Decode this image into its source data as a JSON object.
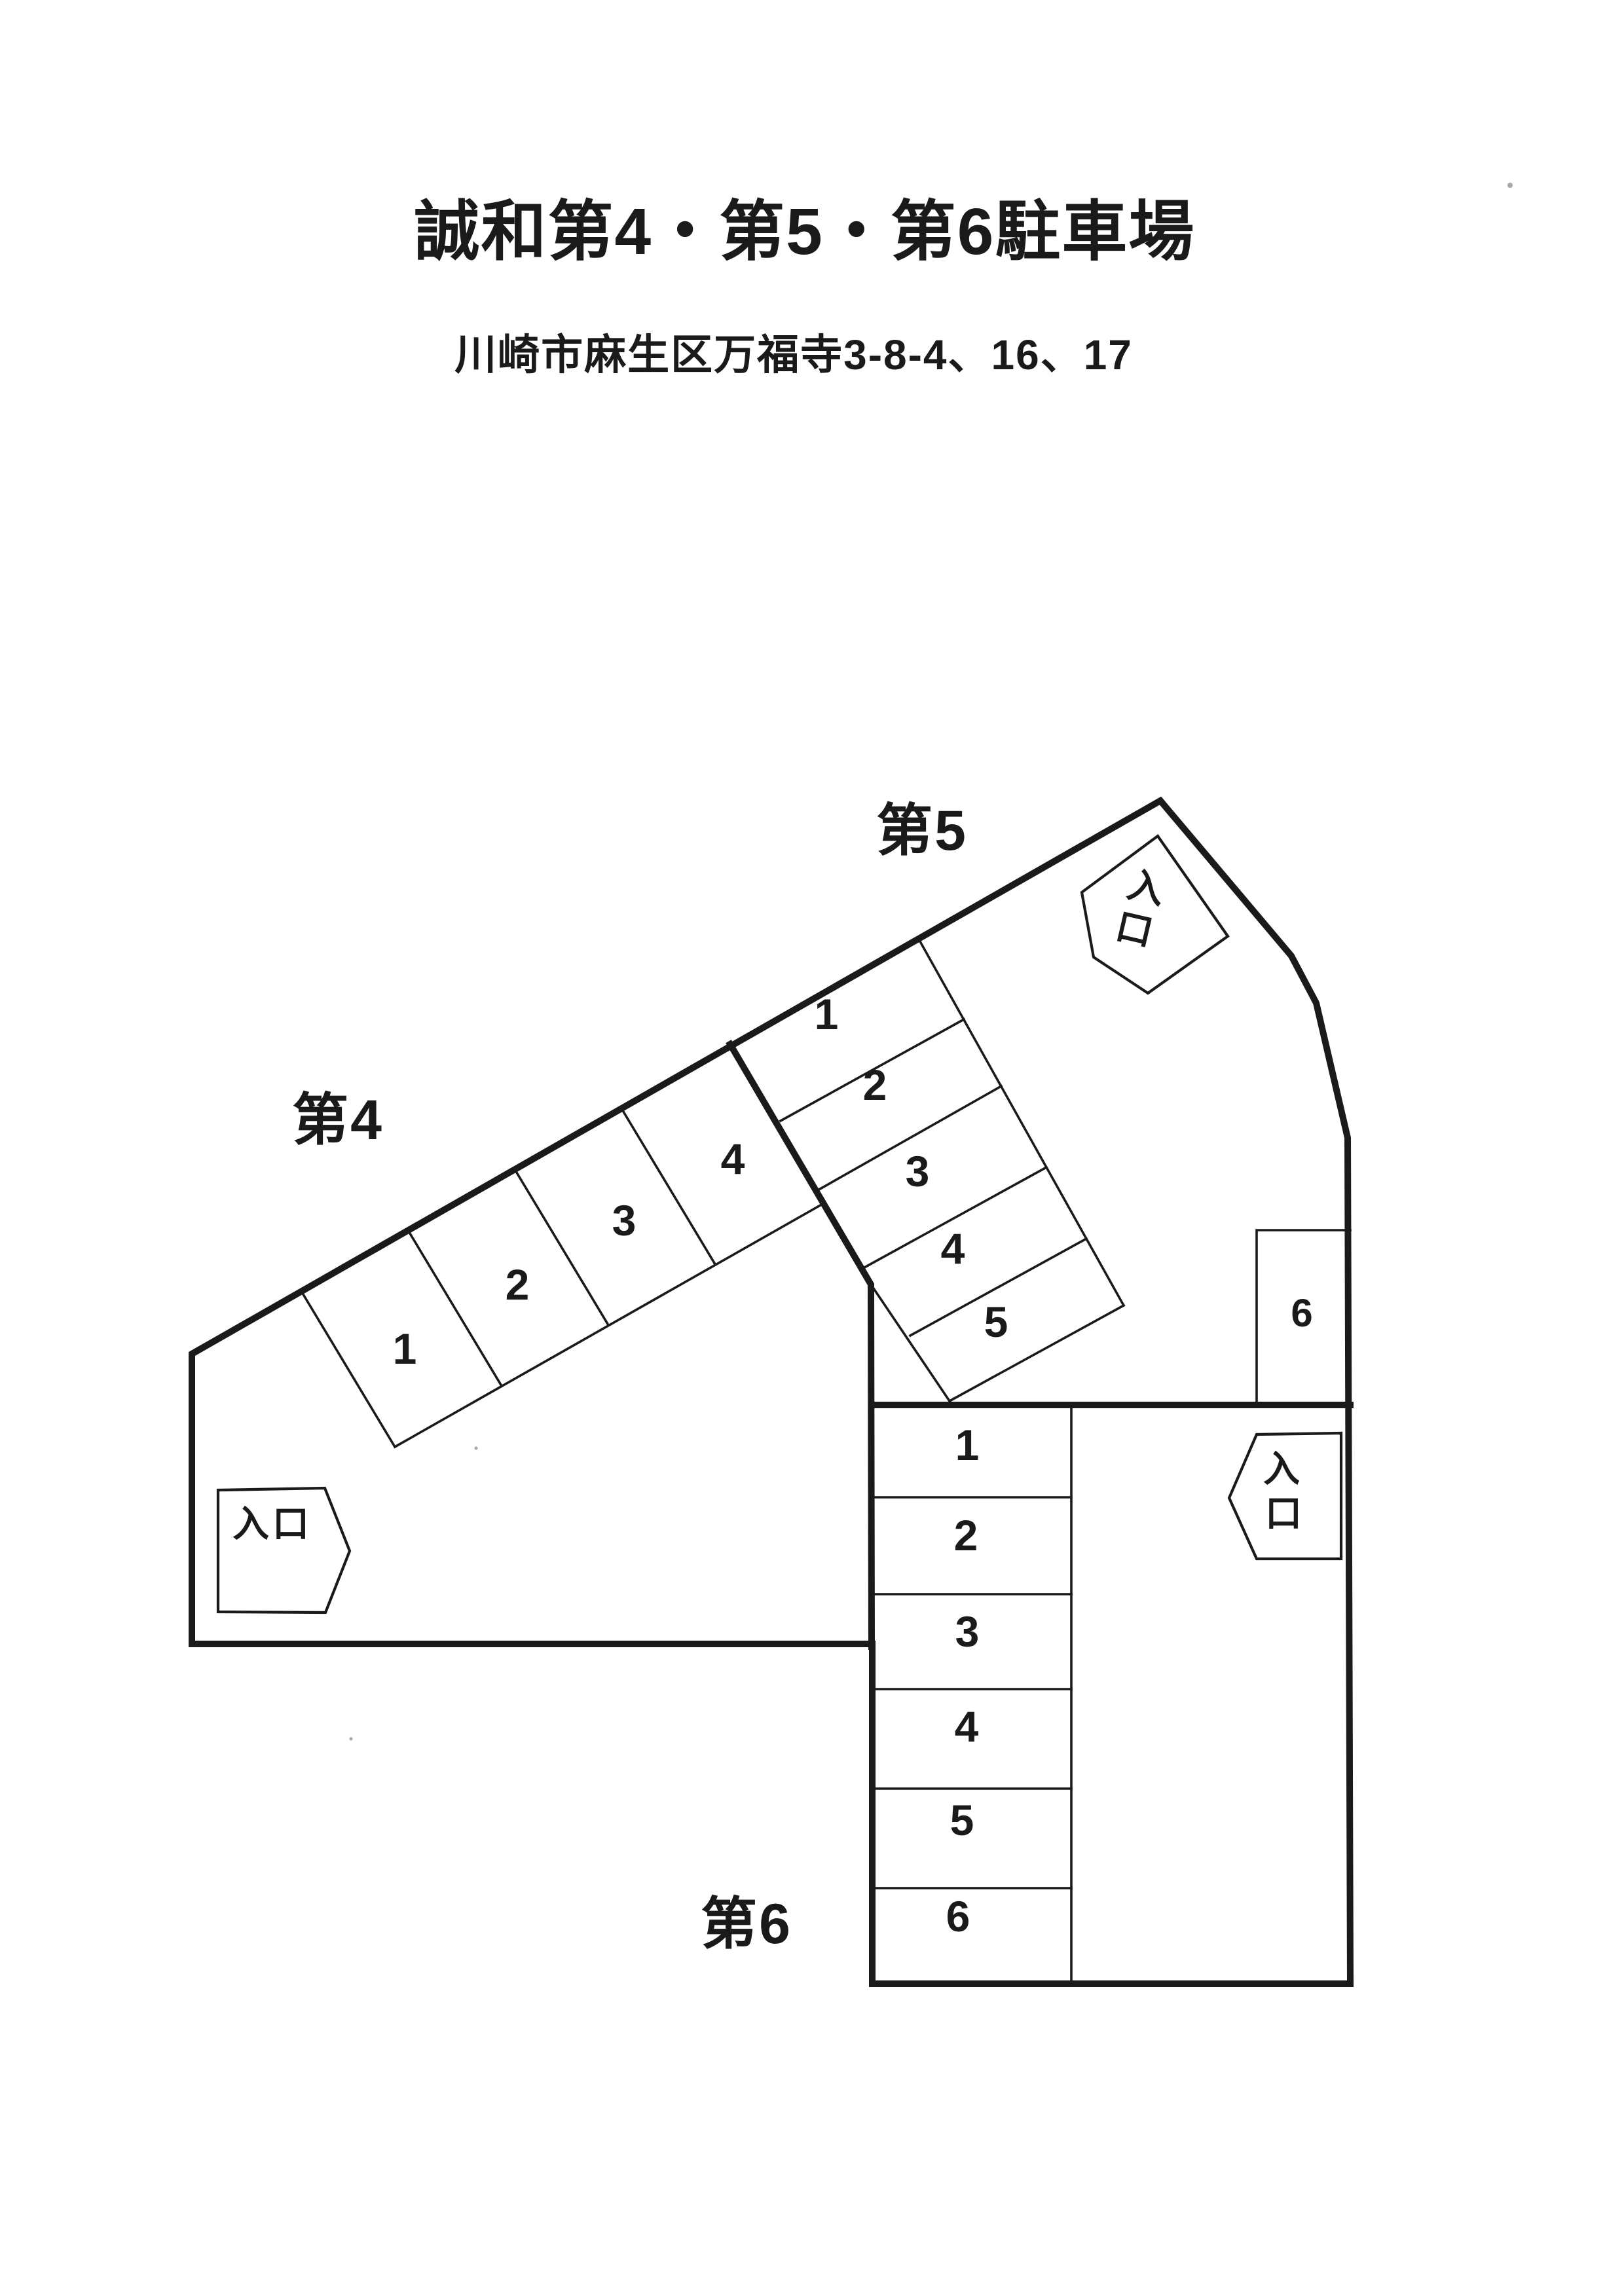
{
  "header": {
    "title": "誠和第4・第5・第6駐車場",
    "address": "川崎市麻生区万福寺3-8-4、16、17"
  },
  "lots": {
    "lot4": {
      "label": "第4",
      "entrance": [
        "入",
        "口"
      ],
      "spaces": [
        "1",
        "2",
        "3",
        "4"
      ]
    },
    "lot5": {
      "label": "第5",
      "entrance": [
        "入",
        "口"
      ],
      "spaces": [
        "1",
        "2",
        "3",
        "4",
        "5",
        "6"
      ]
    },
    "lot6": {
      "label": "第6",
      "entrance": [
        "入",
        "口"
      ],
      "spaces": [
        "1",
        "2",
        "3",
        "4",
        "5",
        "6"
      ]
    }
  },
  "colors": {
    "ink": "#1a1a1a",
    "paper": "#ffffff"
  }
}
